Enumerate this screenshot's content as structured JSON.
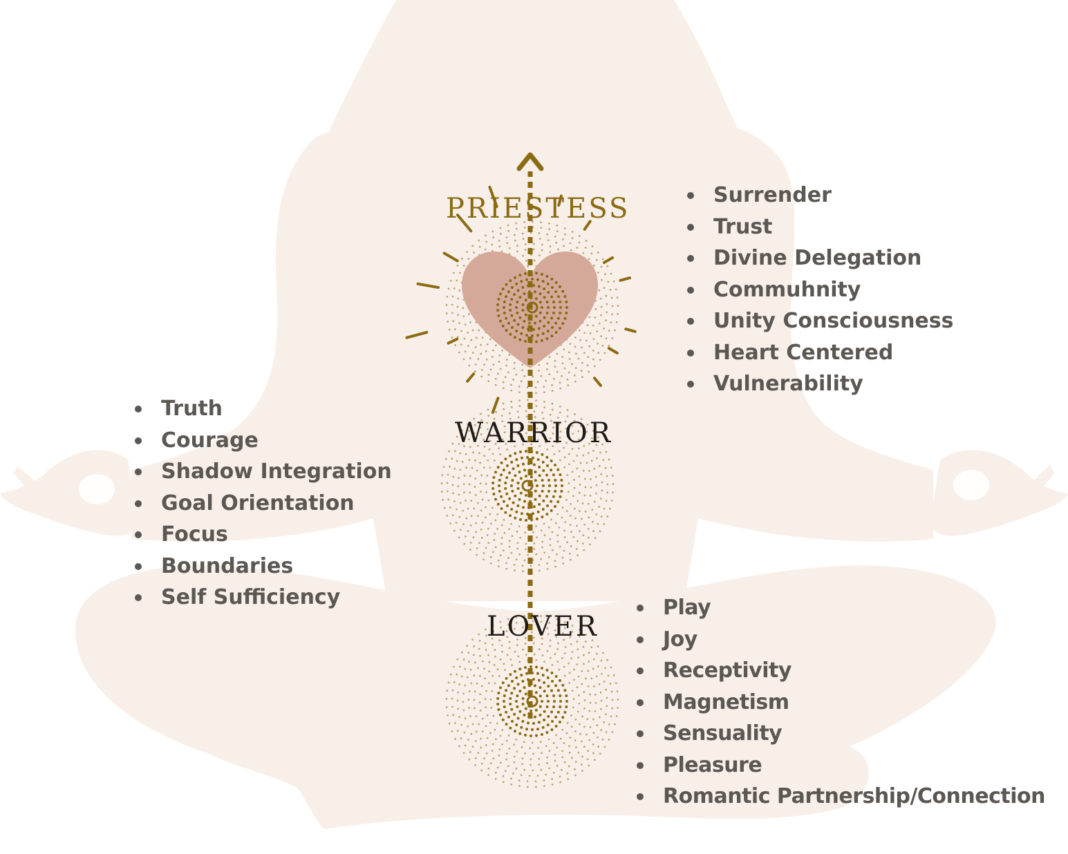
{
  "colors": {
    "background": "#ffffff",
    "silhouette": "#f8efe9",
    "accent_gold": "#8a6a12",
    "heart": "#d4a99a",
    "text_dark": "#1e1a16",
    "text_list": "#5b5752"
  },
  "icons": {
    "figure": "meditating-woman-silhouette",
    "arrow": "dotted-up-arrow",
    "heart": "radiant-heart-icon",
    "energy": "dotted-concentric-circles"
  },
  "archetypes": {
    "priestess": {
      "label": "PRIESTESS",
      "traits": [
        "Surrender",
        "Trust",
        "Divine Delegation",
        "Commuhnity",
        "Unity Consciousness",
        "Heart Centered",
        "Vulnerability"
      ]
    },
    "warrior": {
      "label": "WARRIOR",
      "traits": [
        "Truth",
        "Courage",
        "Shadow Integration",
        "Goal Orientation",
        "Focus",
        "Boundaries",
        "Self Sufficiency"
      ]
    },
    "lover": {
      "label": "LOVER",
      "traits": [
        "Play",
        "Joy",
        "Receptivity",
        "Magnetism",
        "Sensuality",
        "Pleasure",
        "Romantic Partnership/Connection"
      ]
    }
  }
}
